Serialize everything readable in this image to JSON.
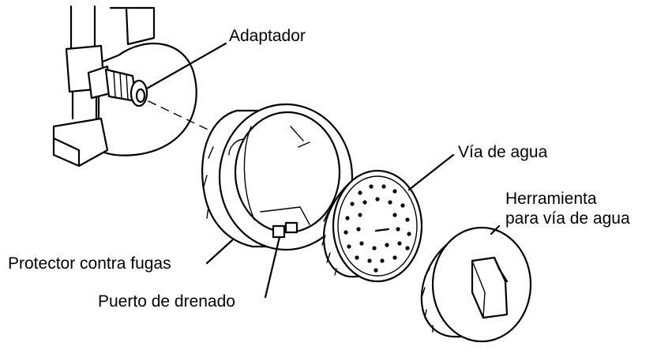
{
  "labels": {
    "adapter": "Adaptador",
    "waterway": "Vía de agua",
    "tool_line1": "Herramienta",
    "tool_line2": "para vía de agua",
    "leak_protector": "Protector contra fugas",
    "drain_port": "Puerto de drenado"
  },
  "icons": {
    "pipe": "pipe-illustration",
    "adapter": "adapter-illustration",
    "leak_protector": "leak-protector-ring-illustration",
    "waterway": "waterway-disc-illustration",
    "tool": "waterway-tool-illustration"
  }
}
